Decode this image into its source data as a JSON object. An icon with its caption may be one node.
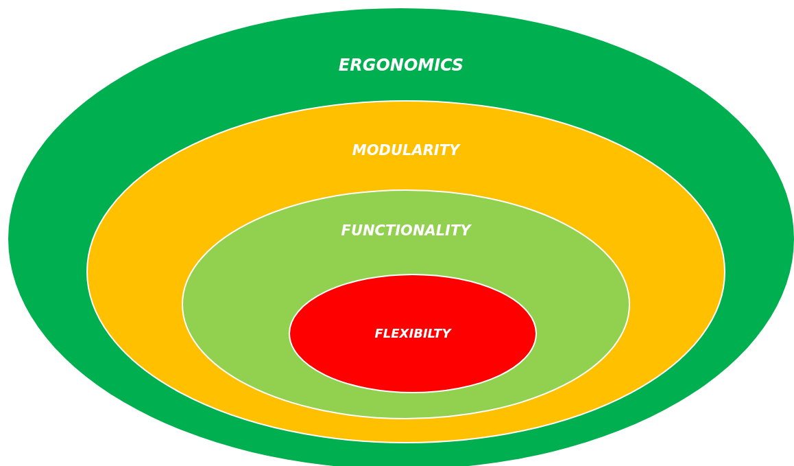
{
  "diagram": {
    "nodes": [
      {
        "text": [
          "ERGONOMICS"
        ]
      },
      {
        "text": [
          "MODULARITY"
        ],
        "in": 0
      },
      {
        "text": [
          "FUNCTIONALITY"
        ],
        "in": 1
      },
      {
        "text": [
          "FLEXIBILTY"
        ],
        "in": 2
      }
    ]
  }
}
